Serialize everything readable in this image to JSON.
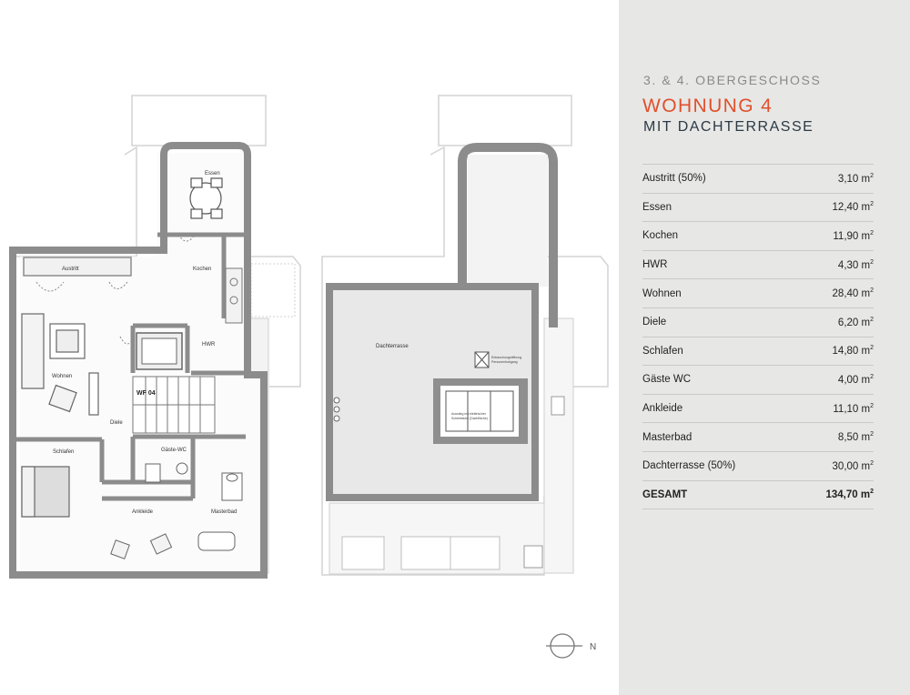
{
  "header": {
    "floor": "3. & 4. OBERGESCHOSS",
    "title": "WOHNUNG 4",
    "subtitle": "MIT DACHTERRASSE"
  },
  "areas": [
    {
      "name": "Austritt (50%)",
      "value": "3,10 m",
      "unit_sup": "2"
    },
    {
      "name": "Essen",
      "value": "12,40 m",
      "unit_sup": "2"
    },
    {
      "name": "Kochen",
      "value": "11,90 m",
      "unit_sup": "2"
    },
    {
      "name": "HWR",
      "value": "4,30 m",
      "unit_sup": "2"
    },
    {
      "name": "Wohnen",
      "value": "28,40 m",
      "unit_sup": "2"
    },
    {
      "name": "Diele",
      "value": "6,20 m",
      "unit_sup": "2"
    },
    {
      "name": "Schlafen",
      "value": "14,80 m",
      "unit_sup": "2"
    },
    {
      "name": "Gäste WC",
      "value": "4,00 m",
      "unit_sup": "2"
    },
    {
      "name": "Ankleide",
      "value": "11,10 m",
      "unit_sup": "2"
    },
    {
      "name": "Masterbad",
      "value": "8,50 m",
      "unit_sup": "2"
    },
    {
      "name": "Dachterrasse (50%)",
      "value": "30,00 m",
      "unit_sup": "2"
    }
  ],
  "total": {
    "name": "GESAMT",
    "value": "134,70 m",
    "unit_sup": "2"
  },
  "plan_labels": {
    "austritt": "Austritt",
    "essen": "Essen",
    "kochen": "Kochen",
    "wohnen": "Wohnen",
    "hwr": "HWR",
    "diele": "Diele",
    "wf": "WF 04",
    "schlafen": "Schlafen",
    "gaeste_wc": "Gäste-WC",
    "ankleide": "Ankleide",
    "masterbad": "Masterbad",
    "dachterrasse": "Dachterrasse",
    "hatch_note_1": "Entrauchungsöffnung",
    "hatch_note_2": "Personenhubgang",
    "skylight_note_1": "Ausstieg mit elektrischer",
    "skylight_note_2": "Schiebeluke (Dachfläche)"
  },
  "compass": {
    "label": "N"
  },
  "colors": {
    "accent": "#e0502a",
    "navy": "#2b3a44",
    "panel": "#e7e7e6",
    "wall": "#8c8c8c"
  }
}
